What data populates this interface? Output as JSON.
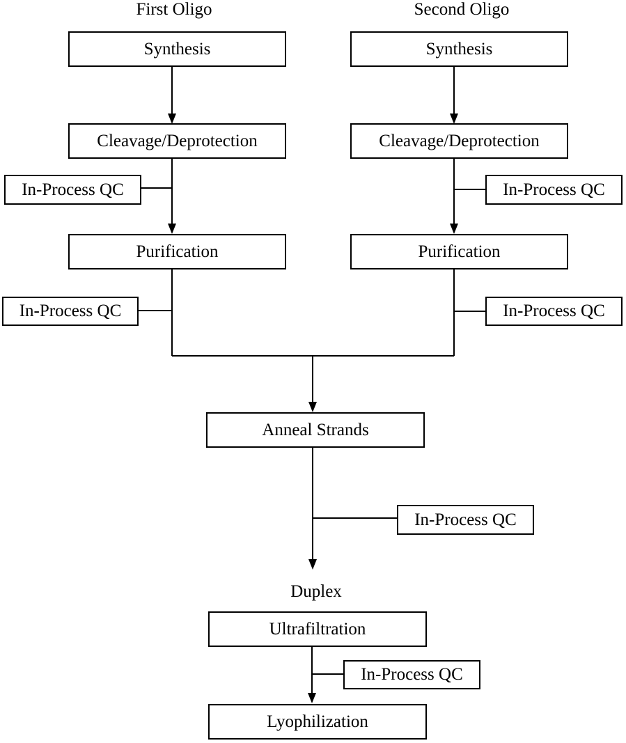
{
  "left_column": {
    "header": "First Oligo",
    "synthesis": "Synthesis",
    "cleavage": "Cleavage/Deprotection",
    "qc_after_cleavage": "In-Process QC",
    "purification": "Purification",
    "qc_after_purification": "In-Process QC"
  },
  "right_column": {
    "header": "Second Oligo",
    "synthesis": "Synthesis",
    "cleavage": "Cleavage/Deprotection",
    "qc_after_cleavage": "In-Process QC",
    "purification": "Purification",
    "qc_after_purification": "In-Process QC"
  },
  "merge": {
    "anneal": "Anneal Strands",
    "qc_after_anneal": "In-Process QC",
    "duplex_label": "Duplex",
    "ultrafiltration": "Ultrafiltration",
    "qc_after_ultrafiltration": "In-Process QC",
    "lyophilization": "Lyophilization"
  }
}
